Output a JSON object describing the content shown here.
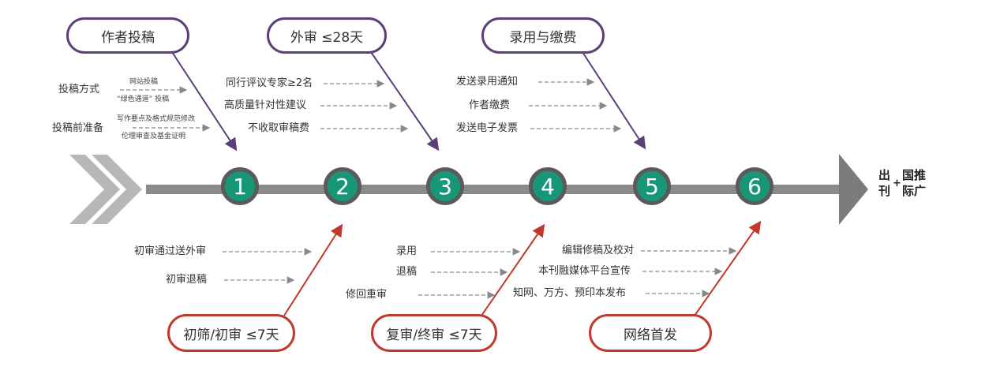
{
  "stages": [
    {
      "num": "1",
      "title": "作者投稿"
    },
    {
      "num": "2",
      "title": "初筛/初审 ≤7天"
    },
    {
      "num": "3",
      "title": "外审 ≤28天"
    },
    {
      "num": "4",
      "title": "复审/终审 ≤7天"
    },
    {
      "num": "5",
      "title": "录用与缴费"
    },
    {
      "num": "6",
      "title": "网络首发"
    }
  ],
  "submission": {
    "method_label": "投稿方式",
    "method_options": [
      "网站投稿",
      "“绿色通道” 投稿"
    ],
    "prep_label": "投稿前准备",
    "prep_options": [
      "写作要点及格式规范修改",
      "伦理审查及基金证明"
    ]
  },
  "initial_review": {
    "items": [
      "初审通过送外审",
      "初审退稿"
    ]
  },
  "external_review": {
    "items": [
      "同行评议专家≥2名",
      "高质量针对性建议",
      "不收取审稿费"
    ]
  },
  "final_review": {
    "items": [
      "录用",
      "退稿",
      "修回重审"
    ]
  },
  "acceptance": {
    "items": [
      "发送录用通知",
      "作者缴费",
      "发送电子发票"
    ]
  },
  "online_first": {
    "items": [
      "编辑修稿及校对",
      "本刊融媒体平台宣传",
      "知网、万方、预印本发布"
    ]
  },
  "end_label": {
    "left_top": "出",
    "left_bottom": "刊",
    "plus": "+",
    "right_top": "国推",
    "right_bottom": "际广"
  },
  "colors": {
    "timeline": "#8a8a8a",
    "node_fill": "#179777",
    "purple": "#5b3f78",
    "red": "#c0392b"
  }
}
